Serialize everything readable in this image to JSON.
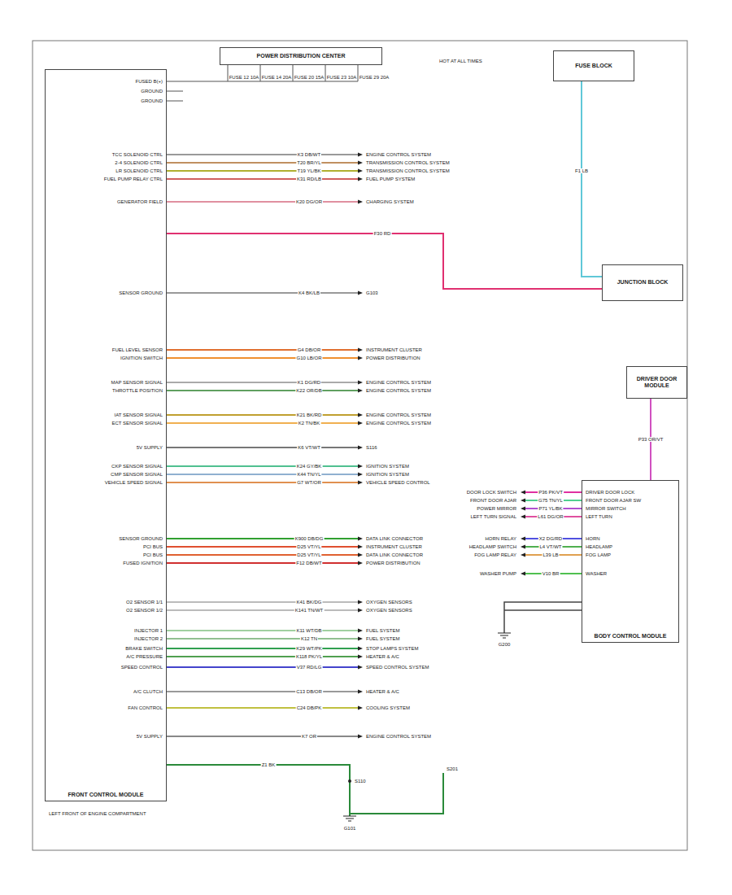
{
  "diagram": {
    "nodes": [
      {
        "text": [
          "FRONT CONTROL MODULE"
        ]
      },
      {
        "text": [
          "POWER DISTRIBUTION CENTER"
        ]
      },
      {
        "text": [
          "FUSE BLOCK"
        ]
      },
      {
        "text": [
          "JUNCTION BLOCK"
        ]
      },
      {
        "text": [
          "BODY CONTROL MODULE"
        ]
      },
      {
        "text": [
          "DRIVER DOOR MODULE"
        ]
      }
    ],
    "edges": [
      {
        "from": 0,
        "to": 3,
        "label": "F30 RD",
        "arrow": "none"
      },
      {
        "from": 2,
        "to": 3,
        "label": "F1 LB",
        "arrow": "none"
      },
      {
        "from": 4,
        "to": 5,
        "label": "P33 OR/VT",
        "arrow": "none"
      }
    ],
    "labels": [
      "FUSED B(+)",
      "GROUND",
      "GROUND",
      "FUSE 12 10A",
      "FUSE 14 20A",
      "FUSE 20 15A",
      "FUSE 23 10A",
      "FUSE 29 20A",
      "HOT AT ALL TIMES",
      "S110",
      "G101",
      "S201",
      "G200",
      "LEFT FRONT OF ENGINE COMPARTMENT",
      "Z1 BK",
      "TCC SOLENOID CTRL",
      "K3 DB/WT",
      "ENGINE CONTROL SYSTEM",
      "2-4 SOLENOID CTRL",
      "T20 BR/YL",
      "TRANSMISSION CONTROL SYSTEM",
      "LR SOLENOID CTRL",
      "T19 YL/BK",
      "TRANSMISSION CONTROL SYSTEM",
      "FUEL PUMP RELAY CTRL",
      "K31 RD/LB",
      "FUEL PUMP SYSTEM",
      "GENERATOR FIELD",
      "K20 DG/OR",
      "CHARGING SYSTEM",
      "SENSOR GROUND",
      "K4 BK/LB",
      "G103",
      "FUEL LEVEL SENSOR",
      "G4 DB/OR",
      "INSTRUMENT CLUSTER",
      "IGNITION SWITCH",
      "G10 LB/OR",
      "POWER DISTRIBUTION",
      "MAP SENSOR SIGNAL",
      "K1 DG/RD",
      "ENGINE CONTROL SYSTEM",
      "THROTTLE POSITION",
      "K22 OR/DB",
      "ENGINE CONTROL SYSTEM",
      "IAT SENSOR SIGNAL",
      "K21 BK/RD",
      "ENGINE CONTROL SYSTEM",
      "ECT SENSOR SIGNAL",
      "K2 TN/BK",
      "ENGINE CONTROL SYSTEM",
      "5V SUPPLY",
      "K6 VT/WT",
      "S116",
      "CKP SENSOR SIGNAL",
      "K24 GY/BK",
      "IGNITION SYSTEM",
      "CMP SENSOR SIGNAL",
      "K44 TN/YL",
      "IGNITION SYSTEM",
      "VEHICLE SPEED SIGNAL",
      "G7 WT/OR",
      "VEHICLE SPEED CONTROL",
      "SENSOR GROUND",
      "K900 DB/DG",
      "DATA LINK CONNECTOR",
      "PCI BUS",
      "D25 VT/YL",
      "INSTRUMENT CLUSTER",
      "PCI BUS",
      "D25 VT/YL",
      "DATA LINK CONNECTOR",
      "FUSED IGNITION",
      "F12 DB/WT",
      "POWER DISTRIBUTION",
      "O2 SENSOR 1/1",
      "K41 BK/DG",
      "OXYGEN SENSORS",
      "O2 SENSOR 1/2",
      "K141 TN/WT",
      "OXYGEN SENSORS",
      "INJECTOR 1",
      "K11 WT/DB",
      "FUEL SYSTEM",
      "INJECTOR 2",
      "K12 TN",
      "FUEL SYSTEM",
      "BRAKE SWITCH",
      "K29 WT/PK",
      "STOP LAMPS SYSTEM",
      "A/C PRESSURE",
      "K118 PK/YL",
      "HEATER & A/C",
      "SPEED CONTROL",
      "V37 RD/LG",
      "SPEED CONTROL SYSTEM",
      "A/C CLUTCH",
      "C13 DB/OR",
      "HEATER & A/C",
      "FAN CONTROL",
      "C24 DB/PK",
      "COOLING SYSTEM",
      "5V SUPPLY",
      "K7 OR",
      "ENGINE CONTROL SYSTEM",
      "DOOR LOCK SWITCH",
      "P36 PK/VT",
      "DRIVER DOOR LOCK",
      "FRONT DOOR AJAR",
      "G75 TN/YL",
      "FRONT DOOR AJAR SW",
      "POWER MIRROR",
      "P71 YL/BK",
      "MIRROR SWITCH",
      "LEFT TURN SIGNAL",
      "L61 DG/OR",
      "LEFT TURN",
      "HORN RELAY",
      "X2 DG/RD",
      "HORN",
      "HEADLAMP SWITCH",
      "L4 VT/WT",
      "HEADLAMP",
      "FOG LAMP RELAY",
      "L39 LB",
      "FOG LAMP",
      "WASHER PUMP",
      "V10 BR",
      "WASHER"
    ]
  }
}
